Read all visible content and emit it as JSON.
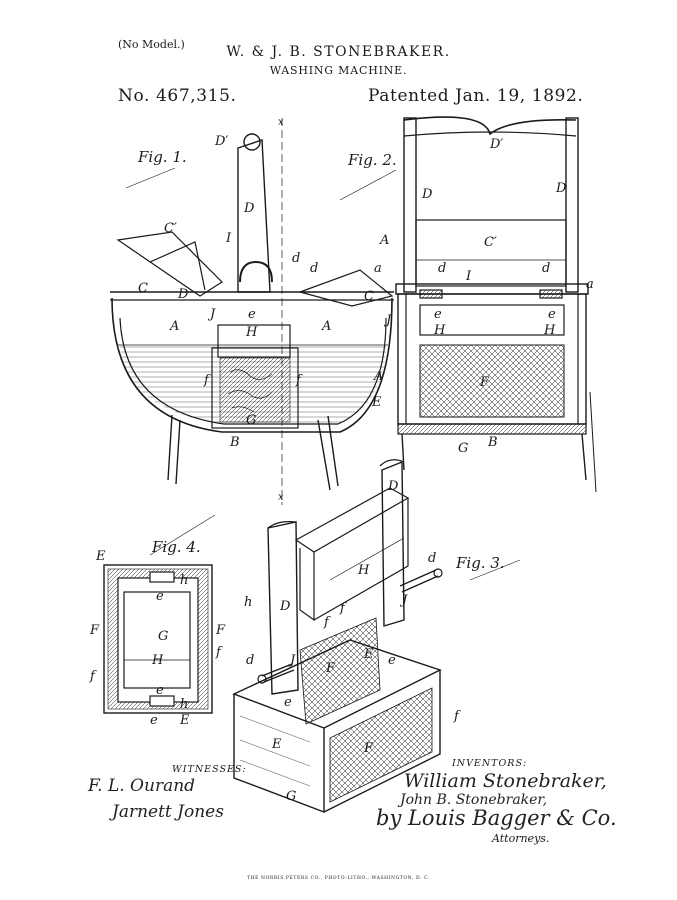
{
  "header": {
    "model_note": "(No Model.)",
    "inventors_title": "W. & J. B. STONEBRAKER.",
    "invention": "WASHING MACHINE.",
    "patent_number": "No. 467,315.",
    "patent_date": "Patented Jan. 19, 1892."
  },
  "figures": {
    "fig1": "Fig. 1.",
    "fig2": "Fig. 2.",
    "fig3": "Fig. 3.",
    "fig4": "Fig. 4."
  },
  "signatures": {
    "witnesses_label": "WITNESSES:",
    "witness_1": "F. L. Ourand",
    "witness_2": "Jarnett Jones",
    "inventors_label": "INVENTORS:",
    "inventor_1": "William Stonebraker,",
    "inventor_2": "John B. Stonebraker,",
    "attorney": "by Louis Bagger & Co.",
    "attorneys_word": "Attorneys."
  },
  "footer": {
    "engraver": "THE NORRIS PETERS CO., PHOTO-LITHO., WASHINGTON, D. C."
  },
  "colors": {
    "ink": "#1a1a1a",
    "paper": "#ffffff"
  }
}
